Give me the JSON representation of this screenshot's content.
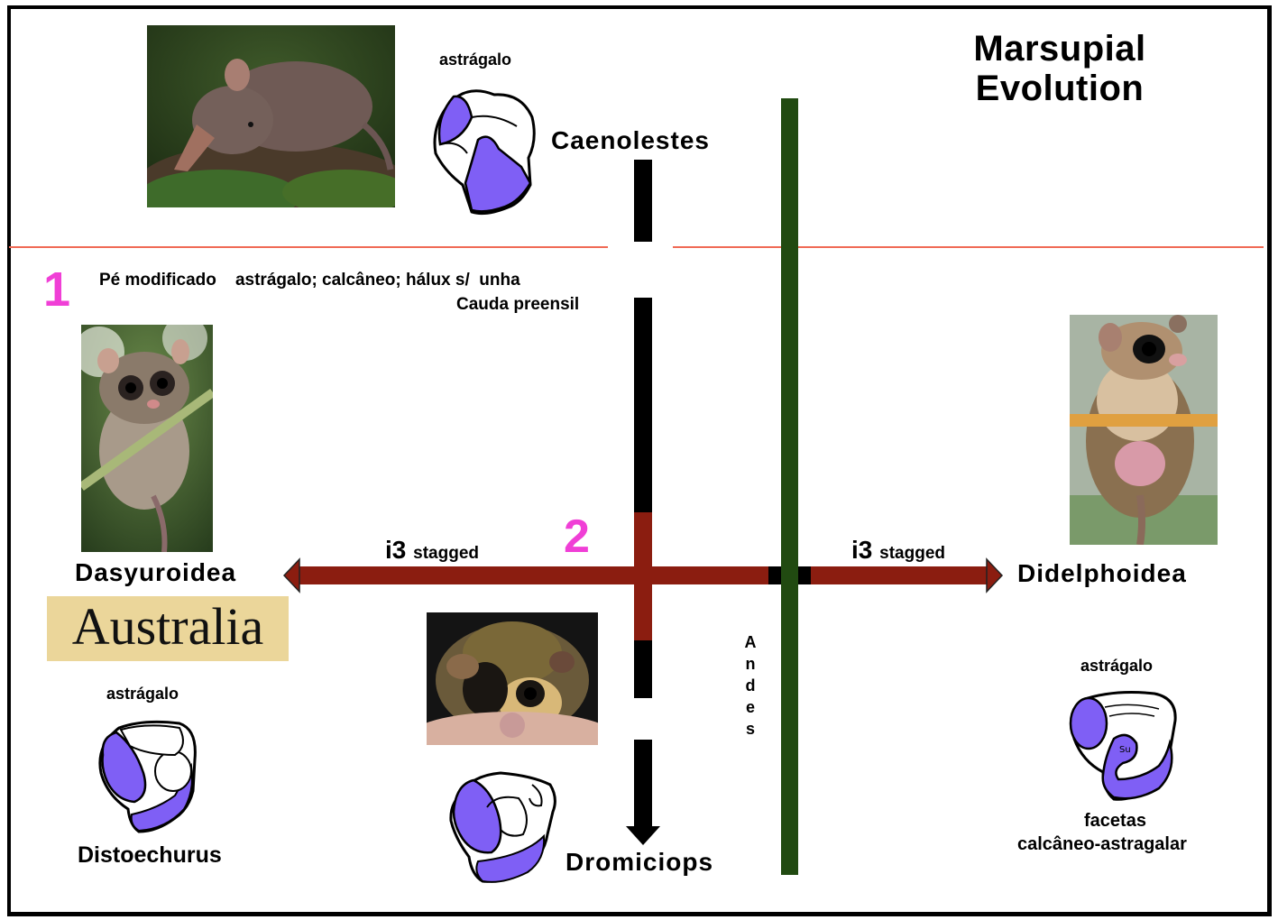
{
  "title": {
    "line1": "Marsupial",
    "line2": "Evolution"
  },
  "colors": {
    "frame": "#000000",
    "divider": "#f06a55",
    "andes_bar": "#214a11",
    "lineage_bar": "#000000",
    "arrow": "#8b1d10",
    "facet": "#7f5ff5",
    "marker_pink": "#f03fd6",
    "australia_bg": "#ebd69a"
  },
  "top": {
    "astragalo_label": "astrágalo",
    "taxon": "Caenolestes",
    "photo_icon": "caenolestes-photo"
  },
  "node1": {
    "number": "1",
    "trait_line1": "Pé modificado    astrágalo; calcâneo; hálux s/  unha",
    "trait_line2": "Cauda preensil"
  },
  "node2": {
    "number": "2"
  },
  "left": {
    "arrow_label_prefix": "i3",
    "arrow_label_suffix": "stagged",
    "taxon": "Dasyuroidea",
    "region": "Australia",
    "astragalo_label": "astrágalo",
    "genus": "Distoechurus",
    "photo_icon": "dasyuroid-photo"
  },
  "right": {
    "arrow_label_prefix": "i3",
    "arrow_label_suffix": "stagged",
    "taxon": "Didelphoidea",
    "astragalo_label": "astrágalo",
    "caption_line1": "facetas",
    "caption_line2": "calcâneo-astragalar",
    "facet_mark": "Su",
    "photo_icon": "didelphoid-photo"
  },
  "center": {
    "barrier_letters": [
      "A",
      "n",
      "d",
      "e",
      "s"
    ],
    "taxon": "Dromiciops",
    "photo_icon": "dromiciops-photo"
  }
}
